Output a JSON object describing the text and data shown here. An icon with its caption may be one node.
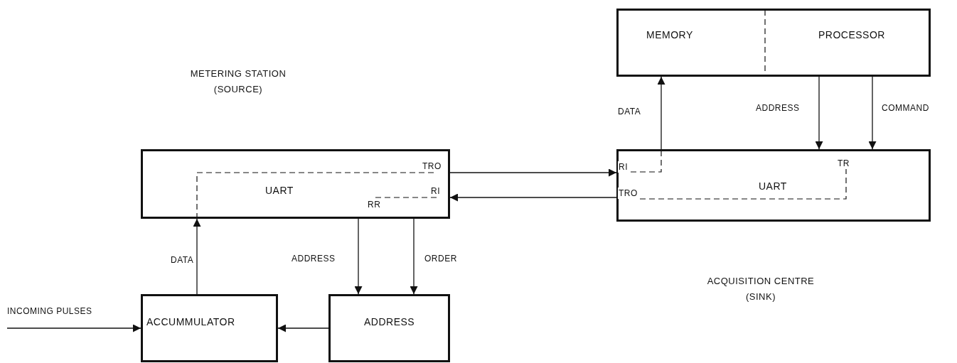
{
  "diagram": {
    "nodes": [
      {
        "text": [
          "UART",
          "TRO",
          "RI",
          "RR"
        ]
      },
      {
        "text": [
          "UART",
          "RI",
          "TRO",
          "TR"
        ]
      },
      {
        "text": [
          "MEMORY",
          "PROCESSOR"
        ]
      },
      {
        "text": [
          "ACCUMMULATOR"
        ]
      },
      {
        "text": [
          "ADDRESS"
        ]
      }
    ],
    "edges": [
      {
        "from": 3,
        "to": 0,
        "arrow": "to",
        "label": "DATA"
      },
      {
        "from": 0,
        "to": 4,
        "arrow": "to",
        "label": "ADDRESS"
      },
      {
        "from": 0,
        "to": 4,
        "arrow": "to",
        "label": "ORDER"
      },
      {
        "from": 4,
        "to": 3,
        "arrow": "to"
      },
      {
        "from": null,
        "to": 3,
        "arrow": "to",
        "label": "INCOMING PULSES"
      },
      {
        "from": 0,
        "to": 1,
        "arrow": "to"
      },
      {
        "from": 1,
        "to": 0,
        "arrow": "to"
      },
      {
        "from": 1,
        "to": 2,
        "arrow": "to",
        "label": "DATA"
      },
      {
        "from": 2,
        "to": 1,
        "arrow": "to",
        "label": "ADDRESS"
      },
      {
        "from": 2,
        "to": 1,
        "arrow": "to",
        "label": "COMMAND"
      }
    ],
    "labels": [
      "METERING STATION (SOURCE)",
      "ACQUISITION CENTRE (SINK)"
    ]
  }
}
